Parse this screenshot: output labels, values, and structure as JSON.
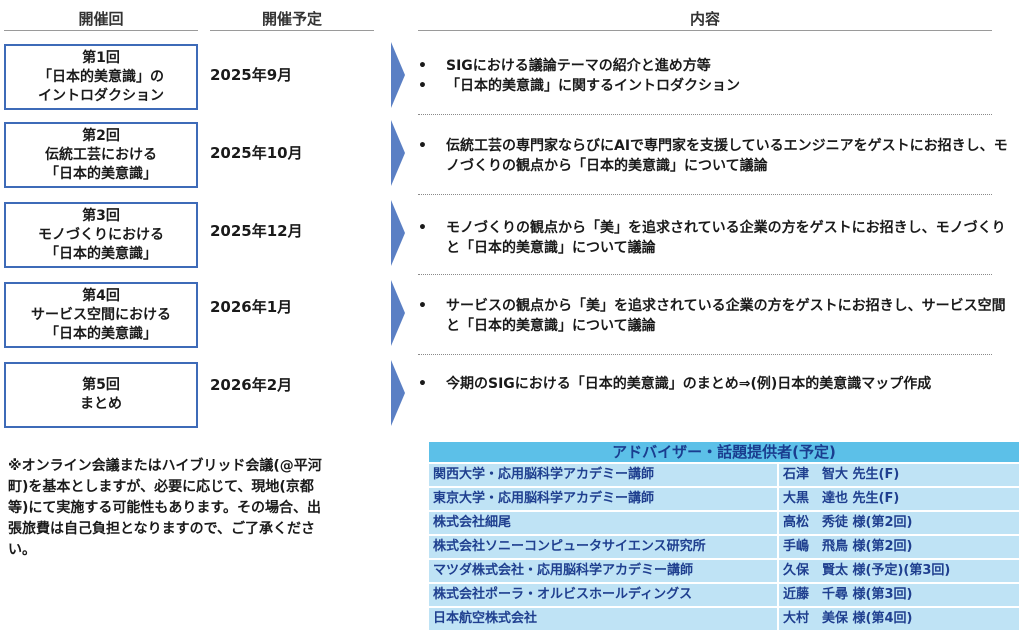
{
  "headers": {
    "session": "開催回",
    "schedule": "開催予定",
    "content": "内容"
  },
  "sessions": [
    {
      "lines": [
        "第1回",
        "「日本的美意識」の",
        "イントロダクション"
      ],
      "date": "2025年9月",
      "bullets": [
        "SIGにおける議論テーマの紹介と進め方等",
        "「日本的美意識」に関するイントロダクション"
      ]
    },
    {
      "lines": [
        "第2回",
        "伝統工芸における",
        "「日本的美意識」"
      ],
      "date": "2025年10月",
      "bullets": [
        "伝統工芸の専門家ならびにAIで専門家を支援しているエンジニアをゲストにお招きし、モノづくりの観点から「日本的美意識」について議論"
      ]
    },
    {
      "lines": [
        "第3回",
        "モノづくりにおける",
        "「日本的美意識」"
      ],
      "date": "2025年12月",
      "bullets": [
        "モノづくりの観点から「美」を追求されている企業の方をゲストにお招きし、モノづくりと「日本的美意識」について議論"
      ]
    },
    {
      "lines": [
        "第4回",
        "サービス空間における",
        "「日本的美意識」"
      ],
      "date": "2026年1月",
      "bullets": [
        "サービスの観点から「美」を追求されている企業の方をゲストにお招きし、サービス空間と「日本的美意識」について議論"
      ]
    },
    {
      "lines": [
        "第5回",
        "まとめ"
      ],
      "date": "2026年2月",
      "bullets": [
        "今期のSIGにおける「日本的美意識」のまとめ⇒(例)日本的美意識マップ作成"
      ]
    }
  ],
  "bullet_char": "•",
  "note_lines": [
    "※オンライン会議またはハイブリッド会議(@平河",
    "町)を基本としますが、必要に応じて、現地(京都",
    "等)にて実施する可能性もあります。その場合、出",
    "張旅費は自己負担となりますので、ご了承くださ",
    "い。"
  ],
  "advisors": {
    "title": "アドバイザー・話題提供者(予定)",
    "rows": [
      {
        "org": "関西大学・応用脳科学アカデミー講師",
        "name": "石津　智大 先生(F)"
      },
      {
        "org": "東京大学・応用脳科学アカデミー講師",
        "name": "大黒　達也 先生(F)"
      },
      {
        "org": "株式会社細尾",
        "name": "高松　秀徒 様(第2回)"
      },
      {
        "org": "株式会社ソニーコンピュータサイエンス研究所",
        "name": "手嶋　飛鳥 様(第2回)"
      },
      {
        "org": "マツダ株式会社・応用脳科学アカデミー講師",
        "name": "久保　賢太 様(予定)(第3回)"
      },
      {
        "org": "株式会社ポーラ・オルビスホールディングス",
        "name": "近藤　千尋 様(第3回)"
      },
      {
        "org": "日本航空株式会社",
        "name": "大村　美保 様(第4回)"
      }
    ]
  },
  "colors": {
    "box_border": "#3e6bb8",
    "arrow": "#5a7fc4",
    "advisor_header": "#5cc0e8",
    "advisor_row": "#bfe3f5",
    "advisor_text": "#1f3f8f"
  }
}
